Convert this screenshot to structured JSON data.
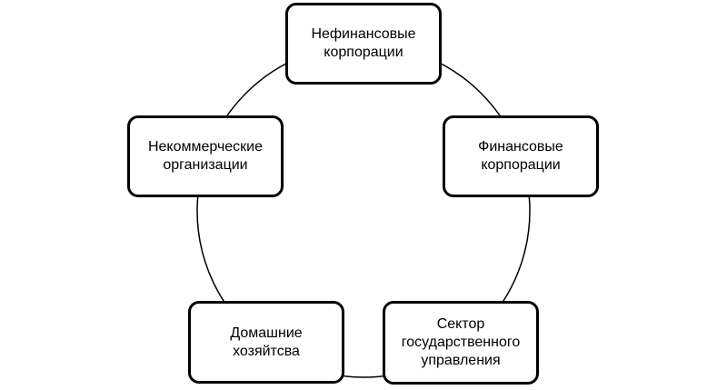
{
  "diagram": {
    "type": "cycle",
    "line_color": "#000000",
    "box_border_color": "#000000",
    "box_fill_color": "#ffffff",
    "nodes": [
      {
        "id": "nonfinancial",
        "label": "Нефинансовые\nкорпорации"
      },
      {
        "id": "financial",
        "label": "Финансовые\nкорпорации"
      },
      {
        "id": "government",
        "label": "Сектор\nгосударственного\nуправления"
      },
      {
        "id": "households",
        "label": "Домашние\nхозяйтсва"
      },
      {
        "id": "nonprofit",
        "label": "Некоммерческие\nорганизации"
      }
    ]
  }
}
